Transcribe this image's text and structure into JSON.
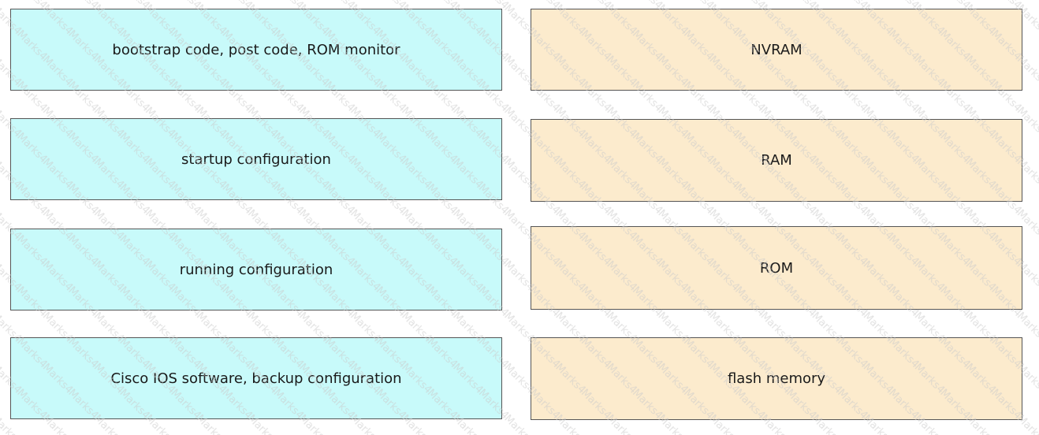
{
  "left_items": [
    {
      "label": "bootstrap code, post code, ROM monitor",
      "color": "#c8fafa"
    },
    {
      "label": "startup configuration",
      "color": "#c8fafa"
    },
    {
      "label": "running configuration",
      "color": "#c8fafa"
    },
    {
      "label": "Cisco IOS software, backup configuration",
      "color": "#c8fafa"
    }
  ],
  "right_items": [
    {
      "label": "NVRAM",
      "color": "#fcebcd"
    },
    {
      "label": "RAM",
      "color": "#fcebcd"
    },
    {
      "label": "ROM",
      "color": "#fcebcd"
    },
    {
      "label": "flash memory",
      "color": "#fcebcd"
    }
  ],
  "watermark": {
    "text": "Marks4Sure",
    "color": "#c9c9c9"
  }
}
